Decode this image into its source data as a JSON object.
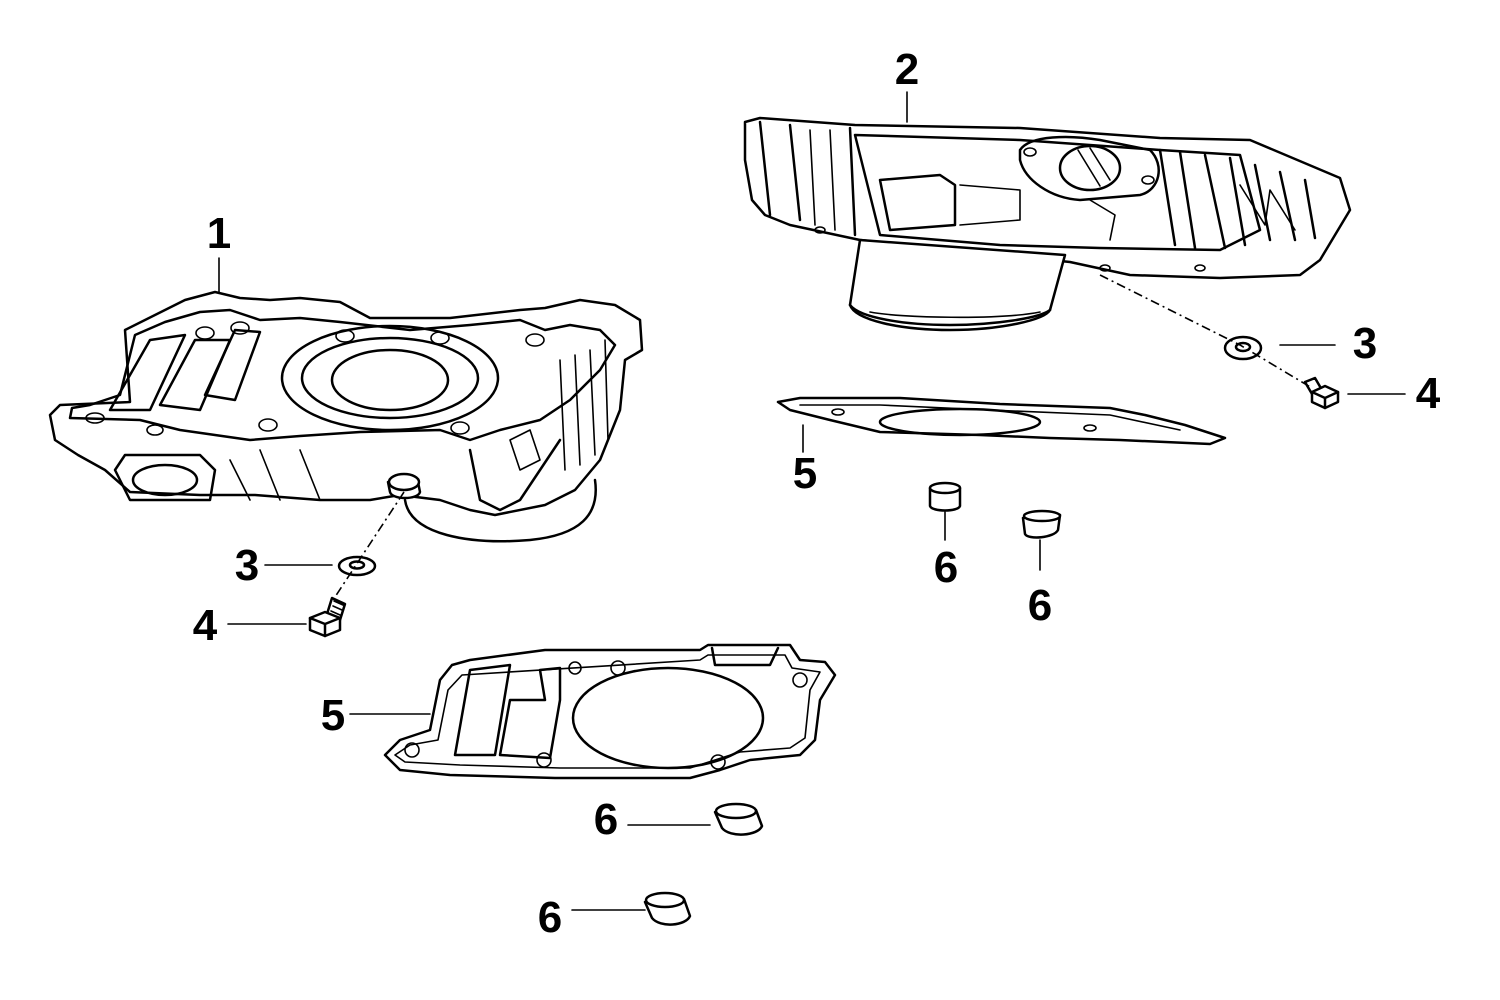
{
  "callouts": {
    "part_1": "1",
    "part_2": "2",
    "part_3_left": "3",
    "part_3_right": "3",
    "part_4_left": "4",
    "part_4_right": "4",
    "part_5_left": "5",
    "part_5_right": "5",
    "part_6_a": "6",
    "part_6_b": "6",
    "part_6_c": "6",
    "part_6_d": "6"
  }
}
